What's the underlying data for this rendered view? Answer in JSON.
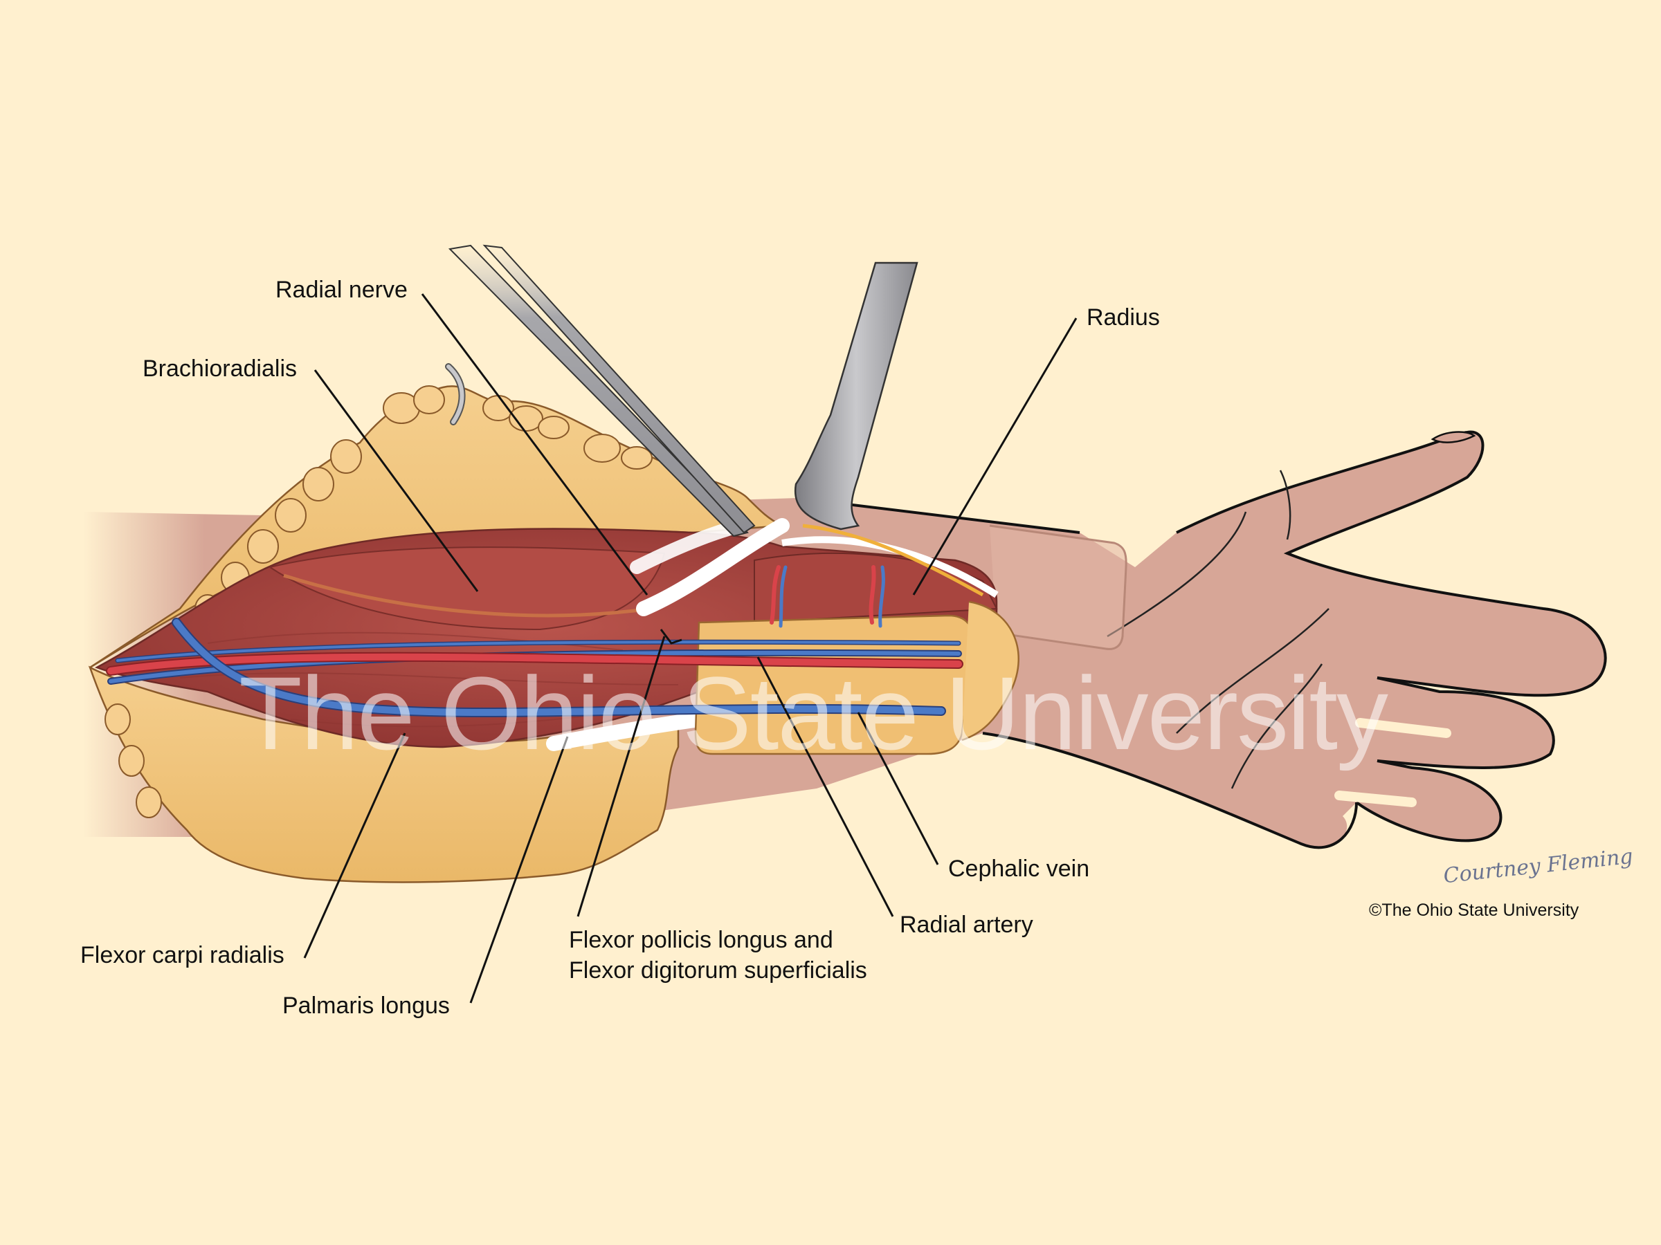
{
  "figure": {
    "type": "anatomical-illustration",
    "subject": "Volar (Henry) approach to the forearm — surgical exposure",
    "watermark": "The Ohio State University",
    "signature": "Courtney Fleming",
    "copyright": "©The Ohio State University",
    "colors": {
      "background": "#fff0cf",
      "skin": "#d7a697",
      "subcutaneous_fat": "#f1c57d",
      "muscle": "#a8453f",
      "artery": "#d9434a",
      "vein": "#3f6fbf",
      "tendon": "#ffffff",
      "instrument": "#a9a9ad",
      "leader_line": "#111111"
    }
  },
  "labels": {
    "radial_nerve": "Radial nerve",
    "brachioradialis": "Brachioradialis",
    "radius": "Radius",
    "cephalic_vein": "Cephalic vein",
    "radial_artery": "Radial artery",
    "flexor_pollicis_line1": "Flexor pollicis longus and",
    "flexor_pollicis_line2": "Flexor digitorum superficialis",
    "flexor_carpi_radialis": "Flexor carpi radialis",
    "palmaris_longus": "Palmaris longus"
  }
}
